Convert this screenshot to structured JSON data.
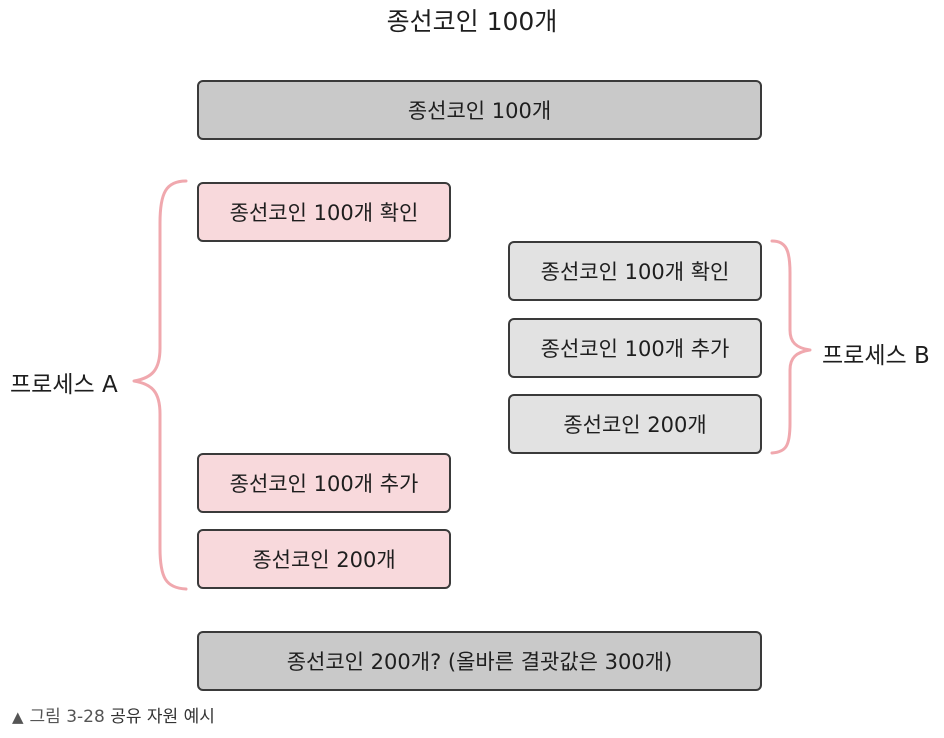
{
  "title": "종선코인 100개",
  "shared_box": "종선코인 100개",
  "process_a": {
    "label": "프로세스 A",
    "steps": [
      "종선코인 100개 확인",
      "종선코인 100개 추가",
      "종선코인 200개"
    ]
  },
  "process_b": {
    "label": "프로세스 B",
    "steps": [
      "종선코인 100개 확인",
      "종선코인 100개 추가",
      "종선코인 200개"
    ]
  },
  "result_box": "종선코인 200개? (올바른 결괏값은 300개)",
  "caption": {
    "marker": "▲",
    "prefix": "그림 3-28",
    "text": "공유 자원 예시"
  },
  "colors": {
    "shared": "#c9c9c9",
    "process_a": "#f8d9dc",
    "process_b": "#e2e2e2",
    "brace": "#f0a8ae"
  }
}
